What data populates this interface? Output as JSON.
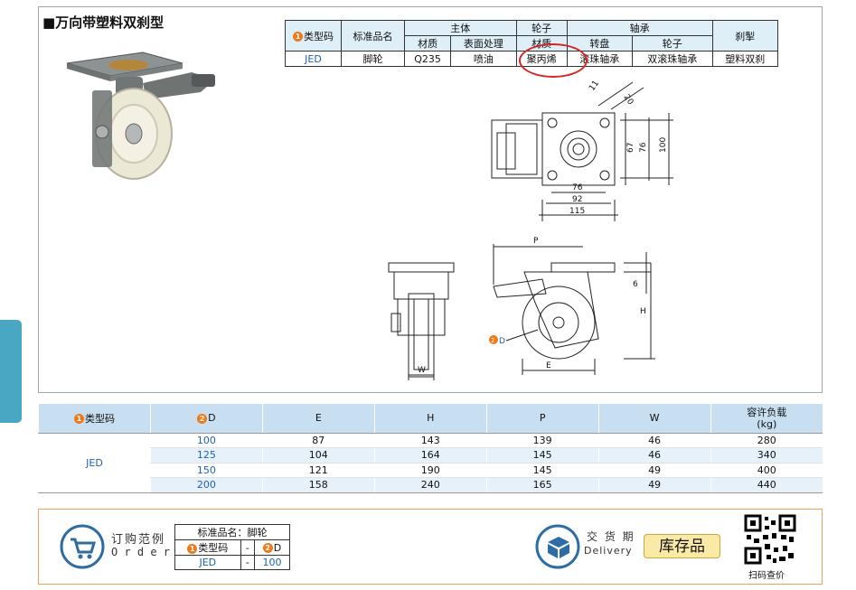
{
  "title": "■万向带塑料双刹型",
  "spec_table": {
    "type_code_label": "类型码",
    "std_name_label": "标准品名",
    "body_label": "主体",
    "wheel_label": "轮子",
    "bearing_label": "轴承",
    "brake_label": "刹掣",
    "material_label": "材质",
    "surface_label": "表面处理",
    "wheel_material_label": "材质",
    "turntable_label": "转盘",
    "wheel_bearing_label": "轮子",
    "row": {
      "type_code": "JED",
      "std_name": "脚轮",
      "material": "Q235",
      "surface": "喷油",
      "wheel_material": "聚丙烯",
      "turntable": "滚珠轴承",
      "wheel_bearing": "双滚珠轴承",
      "brake": "塑料双刹"
    }
  },
  "badges": {
    "one": "1",
    "two": "2"
  },
  "drawing": {
    "d11": "11",
    "d20": "20",
    "d67": "67",
    "d76v": "76",
    "d100": "100",
    "d76h": "76",
    "d92": "92",
    "d115": "115",
    "P": "P",
    "six": "6",
    "H": "H",
    "D": "D",
    "E": "E",
    "W": "W"
  },
  "dim_table": {
    "headers": [
      "类型码",
      "D",
      "E",
      "H",
      "P",
      "W",
      "容许负载\n(kg)"
    ],
    "type_code": "JED",
    "rows": [
      [
        "100",
        "87",
        "143",
        "139",
        "46",
        "280"
      ],
      [
        "125",
        "104",
        "164",
        "145",
        "46",
        "340"
      ],
      [
        "150",
        "121",
        "190",
        "145",
        "49",
        "400"
      ],
      [
        "200",
        "158",
        "240",
        "165",
        "49",
        "440"
      ]
    ]
  },
  "order": {
    "label_cn": "订购范例",
    "label_en": "O r d e r",
    "std_name_line": "标准品名：脚轮",
    "type_code_label": "类型码",
    "dash": "-",
    "d_label": "D",
    "example_code": "JED",
    "example_d": "100",
    "delivery_cn": "交 货 期",
    "delivery_en": "Delivery",
    "stock_label": "库存品",
    "qr_caption": "扫码查价"
  }
}
